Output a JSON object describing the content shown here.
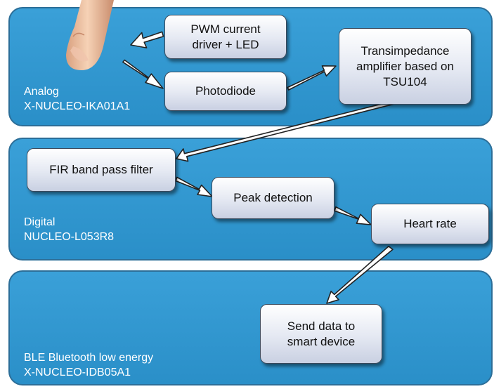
{
  "panels": {
    "analog": {
      "line1": "Analog",
      "line2": "X-NUCLEO-IKA01A1"
    },
    "digital": {
      "line1": "Digital",
      "line2": "NUCLEO-L053R8"
    },
    "ble": {
      "line1": "BLE Bluetooth low energy",
      "line2": "X-NUCLEO-IDB05A1"
    }
  },
  "blocks": {
    "pwm_driver": {
      "line1": "PWM current",
      "line2": "driver + LED"
    },
    "photodiode": {
      "label": "Photodiode"
    },
    "tia": {
      "line1": "Transimpedance",
      "line2": "amplifier based on",
      "line3": "TSU104"
    },
    "fir_filter": {
      "label": "FIR band pass filter"
    },
    "peak_detection": {
      "label": "Peak detection"
    },
    "heart_rate": {
      "label": "Heart rate"
    },
    "send_data": {
      "line1": "Send data to",
      "line2": "smart device"
    }
  },
  "colors": {
    "panel_fill": "#2a8fc8",
    "panel_border": "#2c6e98",
    "box_fill": "#e4e8f2",
    "arrow_fill": "#ffffff",
    "arrow_outline": "#222222"
  },
  "icons": {
    "finger": "finger-icon"
  }
}
